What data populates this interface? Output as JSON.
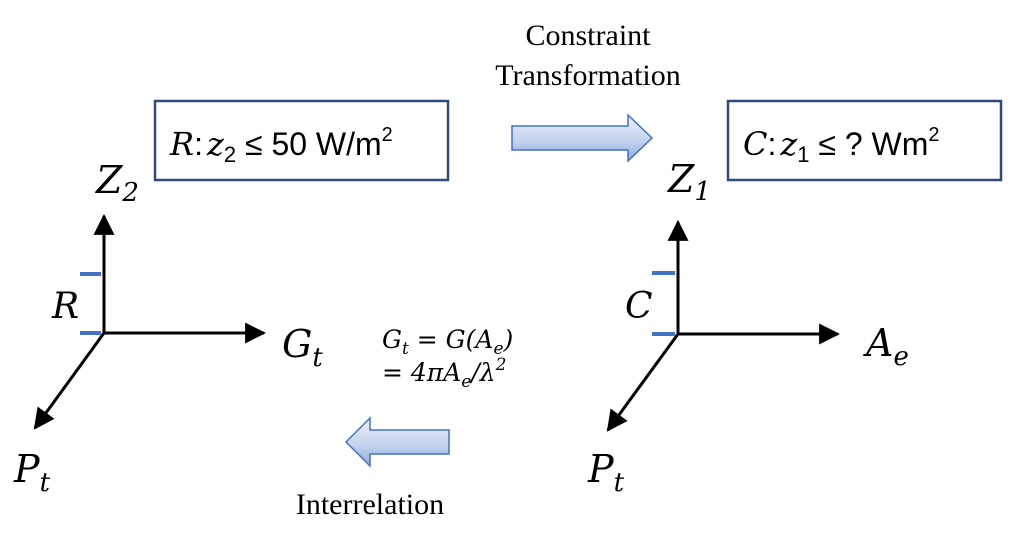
{
  "top_caption": {
    "line1": "Constraint",
    "line2": "Transformation"
  },
  "bottom_caption": "Interrelation",
  "left_box": {
    "var": "R",
    "colon": ":",
    "z": "z",
    "z_sub": "2",
    "rel": " ≤ 50 W/m",
    "sup": "2"
  },
  "right_box": {
    "var": "C",
    "colon": ":",
    "z": "z",
    "z_sub": "1",
    "rel": " ≤ ?  Wm",
    "sup": "2"
  },
  "left_axes": {
    "vertical": {
      "base": "Z",
      "sub": "2"
    },
    "horizontal": {
      "base": "G",
      "sub": "t"
    },
    "diagonal": {
      "base": "P",
      "sub": "t"
    },
    "range_label": "R"
  },
  "right_axes": {
    "vertical": {
      "base": "Z",
      "sub": "1"
    },
    "horizontal": {
      "base": "A",
      "sub": "e"
    },
    "diagonal": {
      "base": "P",
      "sub": "t"
    },
    "range_label": "C"
  },
  "equation": {
    "line1_G": "G",
    "line1_Gsub": "t",
    "line1_mid": " = G(A",
    "line1_Asub": "e",
    "line1_end": ")",
    "line2_start": "= 4πA",
    "line2_Asub": "e",
    "line2_mid": "/λ",
    "line2_sup": "2"
  },
  "colors": {
    "box_border": "#2e4a7a",
    "range_mark": "#4472c4",
    "arrow_fill_light": "#dae3f3",
    "arrow_fill_dark": "#8faadc",
    "arrow_stroke": "#4472c4",
    "axis": "#000000"
  }
}
